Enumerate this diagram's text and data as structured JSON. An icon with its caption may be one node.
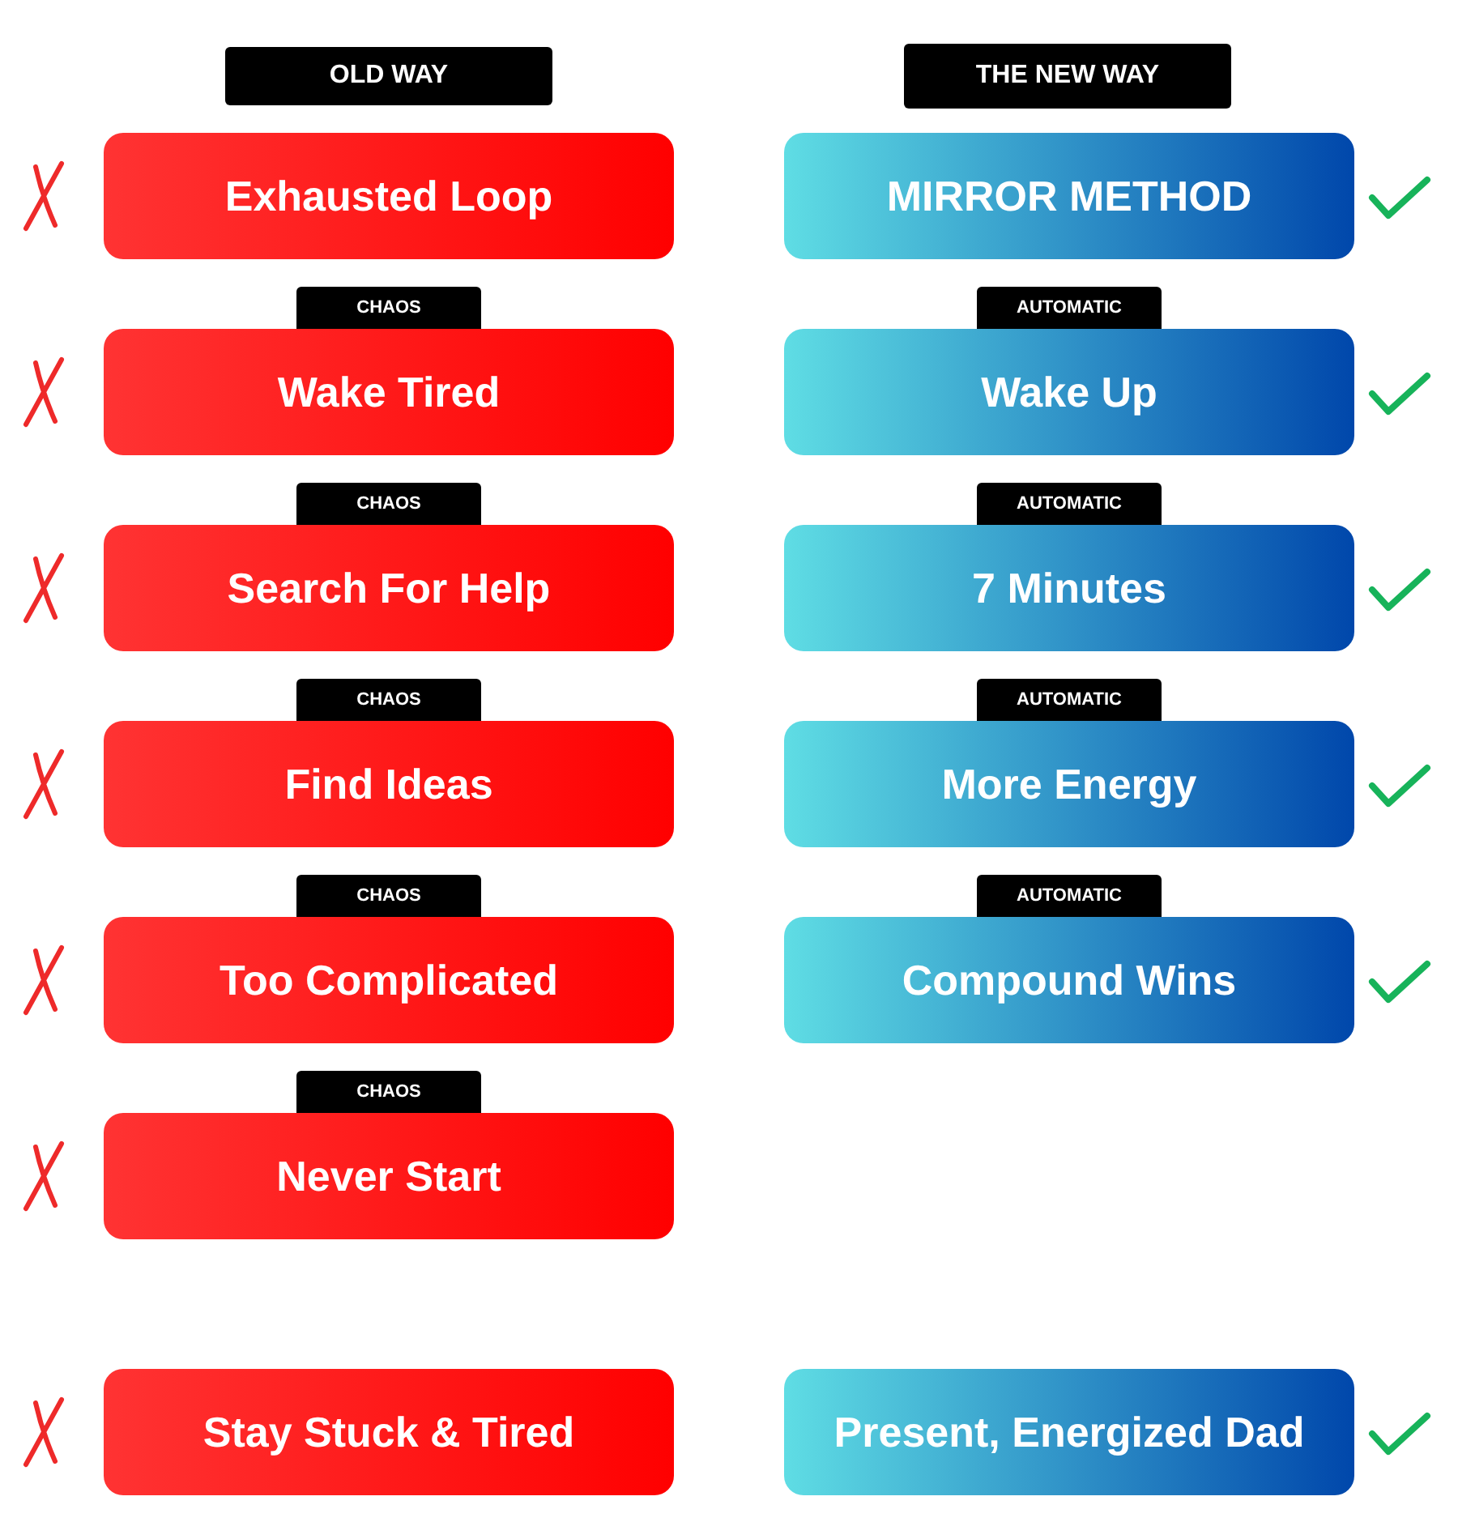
{
  "diagram": {
    "nodes": [
      {
        "text": [
          "OLD WAY"
        ]
      },
      {
        "text": [
          "THE NEW WAY"
        ]
      },
      {
        "text": [
          "Exhausted Loop"
        ]
      },
      {
        "text": [
          "MIRROR METHOD"
        ]
      },
      {
        "text": [
          "CHAOS"
        ]
      },
      {
        "text": [
          "AUTOMATIC"
        ]
      },
      {
        "text": [
          "Wake Tired"
        ]
      },
      {
        "text": [
          "Wake Up"
        ]
      },
      {
        "text": [
          "CHAOS"
        ]
      },
      {
        "text": [
          "AUTOMATIC"
        ]
      },
      {
        "text": [
          "Search For Help"
        ]
      },
      {
        "text": [
          "7 Minutes"
        ]
      },
      {
        "text": [
          "CHAOS"
        ]
      },
      {
        "text": [
          "AUTOMATIC"
        ]
      },
      {
        "text": [
          "Find Ideas"
        ]
      },
      {
        "text": [
          "More Energy"
        ]
      },
      {
        "text": [
          "CHAOS"
        ]
      },
      {
        "text": [
          "AUTOMATIC"
        ]
      },
      {
        "text": [
          "Too Complicated"
        ]
      },
      {
        "text": [
          "Compound Wins"
        ]
      },
      {
        "text": [
          "CHAOS"
        ]
      },
      {
        "text": [
          "Never Start"
        ]
      },
      {
        "text": [
          "Stay Stuck & Tired"
        ]
      },
      {
        "text": [
          "Present, Energized Dad"
        ]
      }
    ]
  }
}
